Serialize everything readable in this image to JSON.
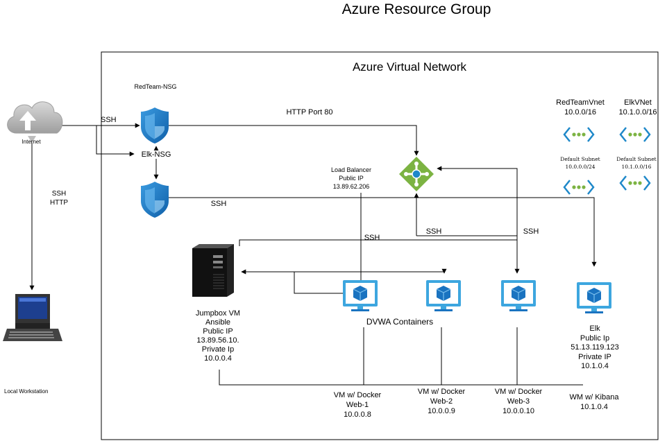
{
  "title": "Azure Resource Group",
  "vnet_label": "Azure Virtual Network",
  "internet": {
    "label": "Internet",
    "icon": "cloud-icon"
  },
  "internet_link_label": [
    "SSH",
    "HTTP"
  ],
  "ssh_to_nsg_label": "SSH",
  "redteam_nsg_label": "RedTeam-NSG",
  "elk_nsg_label": "Elk-NSG",
  "http_label": "HTTP Port 80",
  "elk_ssh_label": "SSH",
  "load_balancer": [
    "Load Balancer",
    "Public IP",
    "13.89.62.206"
  ],
  "ssh_labels": {
    "left": "SSH",
    "middle": "SSH",
    "right": "SSH"
  },
  "jumpbox": [
    "Jumpbox VM",
    "Ansible",
    "Public IP",
    "13.89.56.10.",
    "Private Ip",
    "10.0.0.4"
  ],
  "dvwa_label": "DVWA Containers",
  "web_vms": [
    [
      "VM w/ Docker",
      "Web-1",
      "10.0.0.8"
    ],
    [
      "VM w/ Docker",
      "Web-2",
      "10.0.0.9"
    ],
    [
      "VM w/ Docker",
      "Web-3",
      "10.0.0.10"
    ]
  ],
  "elk": [
    "Elk",
    "Public Ip",
    "51.13.119.123",
    "Private IP",
    "10.1.0.4"
  ],
  "kibana": [
    "WM w/  Kibana",
    "10.1.0.4"
  ],
  "redteam_vnet": [
    "RedTeamVnet",
    "10.0.0/16"
  ],
  "elk_vnet": [
    "ElkVNet",
    "10.1.0.0/16"
  ],
  "redteam_subnet": [
    "Default Subnet",
    "10.0.0.0/24"
  ],
  "elk_subnet": [
    "Default Subnet",
    "10.1.0.0/16"
  ],
  "local_workstation": "Local Workstation",
  "colors": {
    "shield": "#1a73c0",
    "vm": "#3da6df",
    "lb": "#7cb342",
    "vnet": "#1e88c9",
    "dot": "#7cb342"
  }
}
